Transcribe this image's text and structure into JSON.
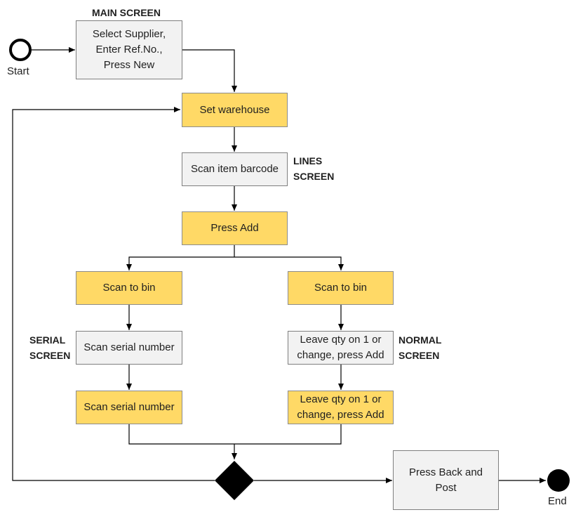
{
  "labels": {
    "start": "Start",
    "end": "End",
    "main_screen": "MAIN SCREEN",
    "lines_screen": "LINES\nSCREEN",
    "serial_screen": "SERIAL\nSCREEN",
    "normal_screen": "NORMAL\nSCREEN"
  },
  "boxes": {
    "select_supplier": "Select Supplier,\nEnter Ref.No.,\nPress New",
    "set_warehouse": "Set warehouse",
    "scan_item_barcode": "Scan item barcode",
    "press_add": "Press Add",
    "scan_to_bin_left": "Scan to bin",
    "scan_to_bin_right": "Scan to bin",
    "scan_serial_gray": "Scan serial number",
    "scan_serial_yellow": "Scan serial number",
    "leave_qty_gray": "Leave qty on 1 or\nchange, press Add",
    "leave_qty_yellow": "Leave qty on 1 or\nchange, press Add",
    "press_back_post": "Press Back and\nPost"
  },
  "colors": {
    "screen_box": "#f2f2f2",
    "action_box": "#ffd966",
    "line": "#000000"
  }
}
